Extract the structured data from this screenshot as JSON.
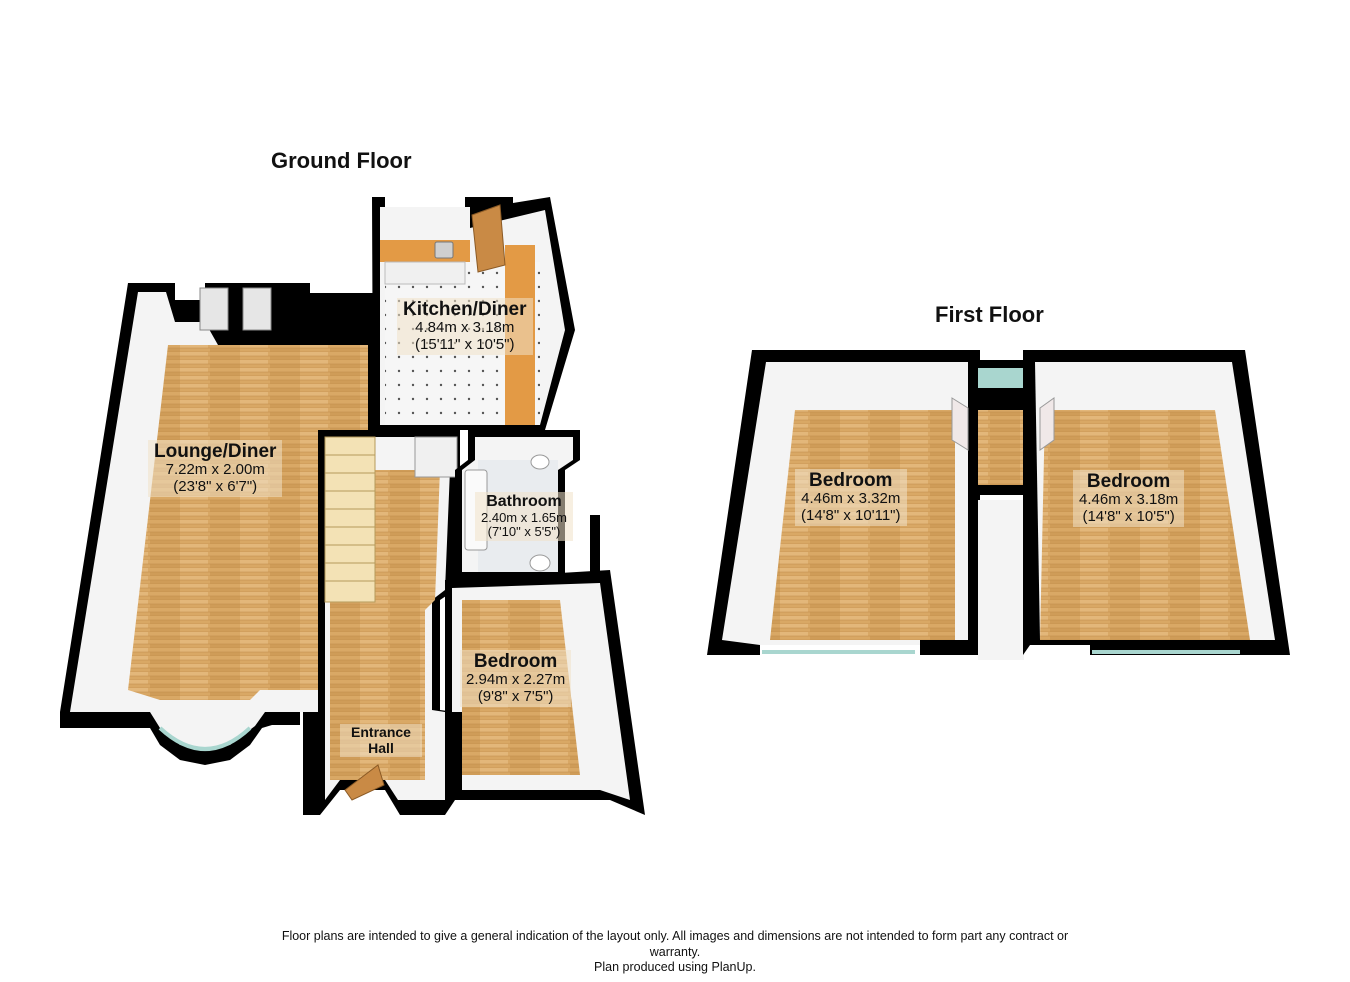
{
  "ground_floor": {
    "title": "Ground Floor",
    "rooms": [
      {
        "name": "Kitchen/Diner",
        "metric": "4.84m x 3.18m",
        "imperial": "(15'11\" x 10'5\")"
      },
      {
        "name": "Lounge/Diner",
        "metric": "7.22m x 2.00m",
        "imperial": "(23'8\" x 6'7\")"
      },
      {
        "name": "Bathroom",
        "metric": "2.40m x 1.65m",
        "imperial": "(7'10\" x 5'5\")"
      },
      {
        "name": "Bedroom",
        "metric": "2.94m x 2.27m",
        "imperial": "(9'8\" x 7'5\")"
      },
      {
        "name": "Entrance Hall",
        "metric": "",
        "imperial": ""
      }
    ]
  },
  "first_floor": {
    "title": "First Floor",
    "rooms": [
      {
        "name": "Bedroom",
        "metric": "4.46m x 3.32m",
        "imperial": "(14'8\" x 10'11\")"
      },
      {
        "name": "Bedroom",
        "metric": "4.46m x 3.18m",
        "imperial": "(14'8\" x 10'5\")"
      }
    ]
  },
  "disclaimer": {
    "line1": "Floor plans are intended to give a general indication of the layout only. All images and dimensions are not intended to form part any contract or",
    "line2": "warranty.",
    "line3": "Plan produced using PlanUp."
  },
  "colors": {
    "wall": "#000000",
    "wood_floor": "#d9a865",
    "wall_inner": "#f4f4f4",
    "kitchen_tile": "#f7f7f7",
    "worktop": "#e39a45",
    "glass": "#a9d6cf"
  }
}
